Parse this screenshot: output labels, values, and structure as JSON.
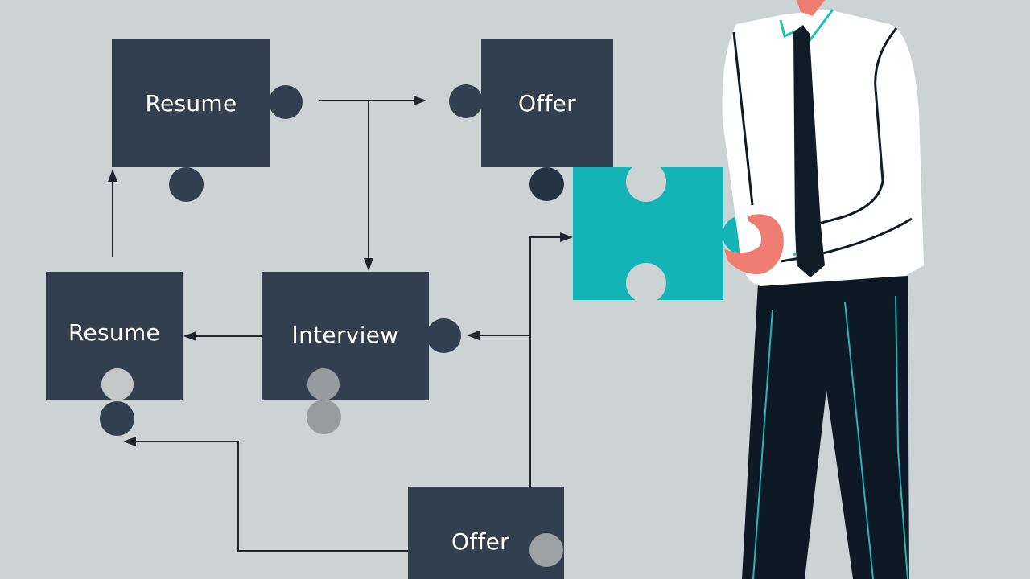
{
  "title": "Hiring process puzzle flowchart illustration",
  "colors": {
    "background": "#ccd3d4",
    "piece": "#323f4f",
    "piece_text": "#ffffff",
    "accent_piece": "#14b3b5",
    "shirt": "#ffffff",
    "tie": "#0f1c28",
    "pants": "#0d1a26",
    "pinstripe": "#2bb3b8",
    "skin": "#ef7d72",
    "connector": "#1e262d"
  },
  "pieces": [
    {
      "id": "resume-top",
      "label": "Resume"
    },
    {
      "id": "offer-top",
      "label": "Offer"
    },
    {
      "id": "resume-mid",
      "label": "Resume"
    },
    {
      "id": "interview",
      "label": "Interview"
    },
    {
      "id": "offer-bottom",
      "label": "Offer"
    }
  ],
  "accent_piece": {
    "label": ""
  },
  "figure": {
    "description": "Person in white shirt, black tie and dark pinstripe trousers holding a teal puzzle piece"
  }
}
